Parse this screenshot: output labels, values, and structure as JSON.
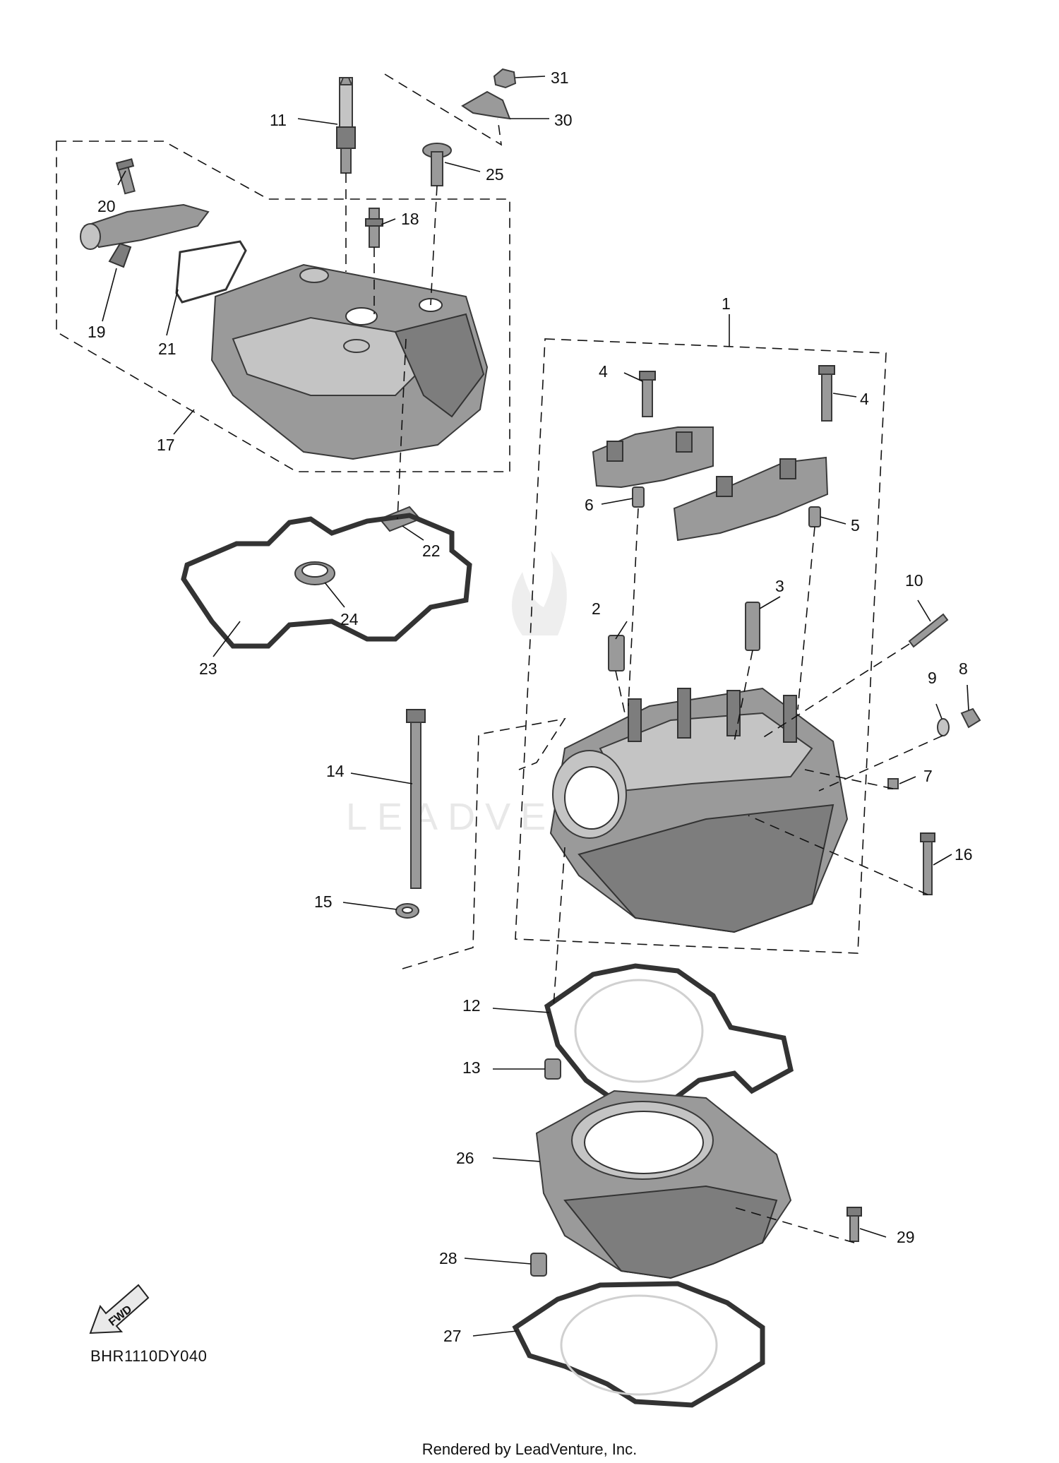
{
  "diagram_code": "BHR1110DY040",
  "credit": "Rendered by LeadVenture, Inc.",
  "watermark": "LEADVENTURE",
  "fwd_label": "FWD",
  "callouts": [
    "1",
    "2",
    "3",
    "4",
    "4",
    "5",
    "6",
    "7",
    "8",
    "9",
    "10",
    "11",
    "12",
    "13",
    "14",
    "15",
    "16",
    "17",
    "18",
    "19",
    "20",
    "21",
    "22",
    "23",
    "24",
    "25",
    "26",
    "27",
    "28",
    "29",
    "30",
    "31"
  ]
}
